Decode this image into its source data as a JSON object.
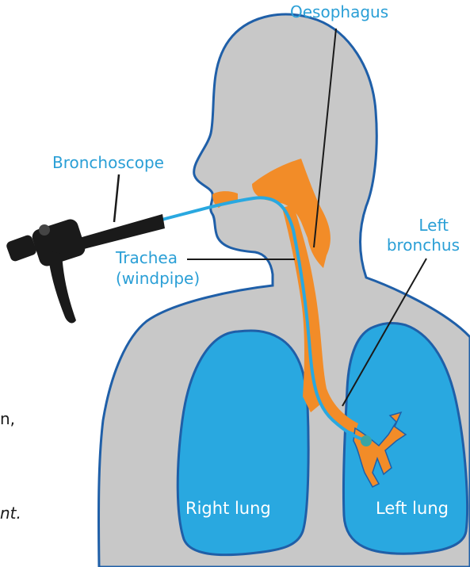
{
  "labels": {
    "oesophagus": "Oesophagus",
    "bronchoscope": "Bronchoscope",
    "trachea_line1": "Trachea",
    "trachea_line2": "(windpipe)",
    "left_bronchus_line1": "Left",
    "left_bronchus_line2": "bronchus",
    "right_lung": "Right lung",
    "left_lung": "Left lung"
  },
  "cut_text": {
    "fragment1": "n,",
    "fragment2": "nt."
  },
  "colors": {
    "body": "#c8c8c8",
    "outline": "#1f5fa8",
    "lung": "#29a8e0",
    "airway": "#f28c28",
    "scope": "#1a1a1a",
    "label": "#2a9fd6"
  }
}
